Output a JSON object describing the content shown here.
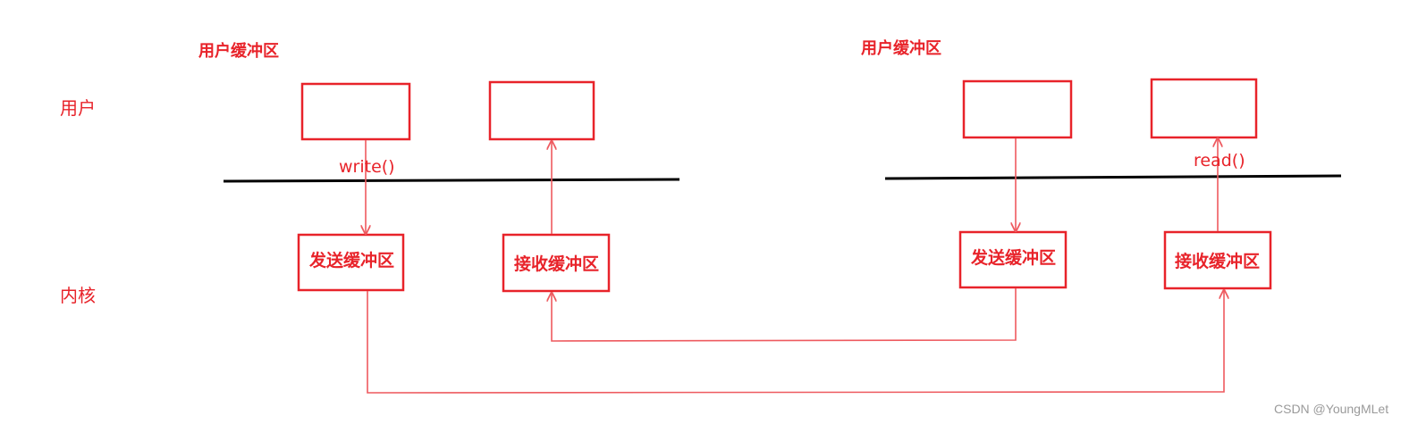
{
  "colors": {
    "red": "#e8232a",
    "thin_line": "#ee5a5f",
    "boundary": "#000000",
    "watermark": "#9a9a9a"
  },
  "headings": {
    "left_user_buffer": "用户缓冲区",
    "right_user_buffer": "用户缓冲区"
  },
  "layers": {
    "user": "用户",
    "kernel": "内核"
  },
  "left_host": {
    "call": "write()",
    "send_buffer": "发送缓冲区",
    "recv_buffer": "接收缓冲区"
  },
  "right_host": {
    "call": "read()",
    "send_buffer": "发送缓冲区",
    "recv_buffer": "接收缓冲区"
  },
  "watermark": "CSDN @YoungMLet"
}
